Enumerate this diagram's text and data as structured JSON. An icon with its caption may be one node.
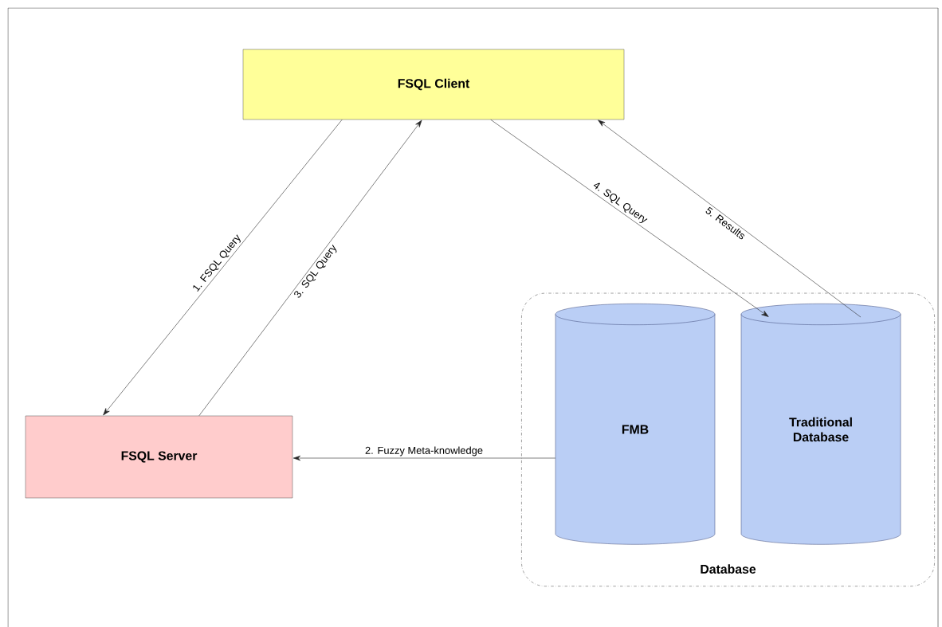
{
  "diagram": {
    "nodes": [
      {
        "text": [
          "FSQL Client"
        ]
      },
      {
        "text": [
          "FSQL Server"
        ]
      },
      {
        "text": [
          "Database"
        ]
      },
      {
        "text": [
          "FMB"
        ],
        "in": 2
      },
      {
        "text": [
          "Traditional Database"
        ],
        "in": 2
      }
    ],
    "edges": [
      {
        "from": 0,
        "to": 1,
        "arrow": "to",
        "label": "1. FSQL Query"
      },
      {
        "from": 3,
        "to": 1,
        "arrow": "to",
        "label": "2.  Fuzzy Meta-knowledge"
      },
      {
        "from": 1,
        "to": 0,
        "arrow": "to",
        "label": "3. SQL Query"
      },
      {
        "from": 0,
        "to": 4,
        "arrow": "to",
        "label": "4. SQL Query"
      },
      {
        "from": 4,
        "to": 0,
        "arrow": "to",
        "label": "5. Results"
      }
    ]
  }
}
